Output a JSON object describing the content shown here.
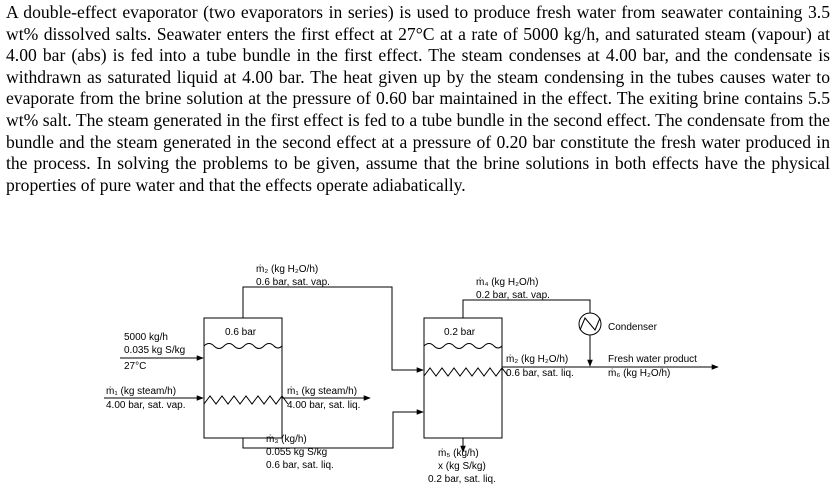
{
  "problem_text": "A double-effect evaporator (two evaporators in series) is used to produce fresh water from seawater containing 3.5 wt% dissolved salts. Seawater enters the first effect at 27°C at a rate of 5000 kg/h, and saturated steam (vapour) at 4.00 bar (abs) is fed into a tube bundle in the first effect. The steam condenses at 4.00 bar, and the condensate is withdrawn as saturated liquid at 4.00 bar. The heat given up by the steam condensing in the tubes causes water to evaporate from the brine solution at the pressure of 0.60 bar maintained in the effect. The exiting brine contains 5.5 wt% salt. The steam generated in the first effect is fed to a tube bundle in the second effect. The condensate from the bundle and the steam generated in the second effect at a pressure of 0.20 bar constitute the fresh water produced in the process. In solving the problems to be given, assume that the brine solutions in both effects have the physical properties of pure water and that the effects operate adiabatically.",
  "diagram": {
    "feed": {
      "rate": "5000 kg/h",
      "composition": "0.035 kg S/kg",
      "temperature": "27°C"
    },
    "steam_in": {
      "label": "ṁ₁ (kg steam/h)",
      "condition": "4.00 bar, sat. vap."
    },
    "effect1": {
      "pressure": "0.6 bar"
    },
    "vapor1": {
      "label": "ṁ₂ (kg H₂O/h)",
      "condition": "0.6 bar, sat. vap."
    },
    "condensate1": {
      "label": "ṁ₁ (kg steam/h)",
      "condition": "4.00 bar, sat. liq."
    },
    "brine1": {
      "label": "ṁ₃ (kg/h)",
      "composition": "0.055 kg S/kg",
      "condition": "0.6 bar, sat. liq."
    },
    "effect2": {
      "pressure": "0.2 bar"
    },
    "vapor2": {
      "label": "ṁ₄ (kg H₂O/h)",
      "condition": "0.2 bar, sat. vap."
    },
    "condensate2": {
      "label": "ṁ₂ (kg H₂O/h)",
      "condition": "0.6 bar, sat. liq."
    },
    "brine2": {
      "label": "ṁ₅ (kg/h)",
      "composition": "x (kg S/kg)",
      "condition": "0.2 bar, sat. liq."
    },
    "condenser": {
      "label": "Condenser"
    },
    "product": {
      "label": "Fresh water product",
      "flow": "ṁ₆ (kg H₂O/h)"
    }
  }
}
